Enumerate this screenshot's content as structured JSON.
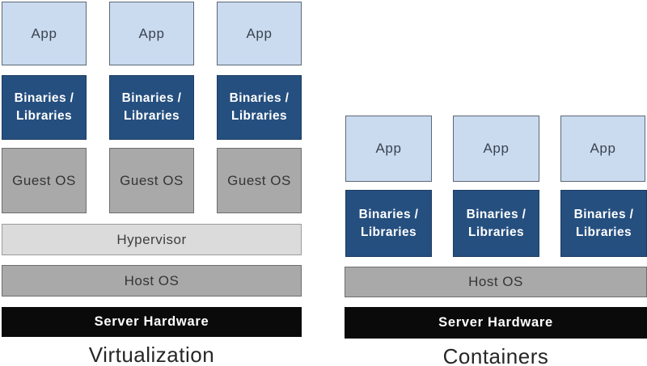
{
  "left_group": {
    "caption": "Virtualization",
    "columns": [
      {
        "app": "App",
        "binaries": "Binaries /\nLibraries",
        "os": "Guest OS"
      },
      {
        "app": "App",
        "binaries": "Binaries /\nLibraries",
        "os": "Guest OS"
      },
      {
        "app": "App",
        "binaries": "Binaries /\nLibraries",
        "os": "Guest OS"
      }
    ],
    "bars": [
      {
        "label": "Hypervisor"
      },
      {
        "label": "Host OS"
      },
      {
        "label": "Server Hardware"
      }
    ]
  },
  "right_group": {
    "caption": "Containers",
    "columns": [
      {
        "app": "App",
        "binaries": "Binaries /\nLibraries"
      },
      {
        "app": "App",
        "binaries": "Binaries /\nLibraries"
      },
      {
        "app": "App",
        "binaries": "Binaries /\nLibraries"
      }
    ],
    "bars": [
      {
        "label": "Host OS"
      },
      {
        "label": "Server Hardware"
      }
    ]
  },
  "colors": {
    "app_fill": "#cadbf0",
    "binaries_fill": "#254f7f",
    "os_gray_fill": "#a9a9a9",
    "hypervisor_fill": "#dbdbdb",
    "hardware_fill": "#0a0a0a",
    "dark_text": "#3b4350",
    "light_text": "#ffffff"
  }
}
